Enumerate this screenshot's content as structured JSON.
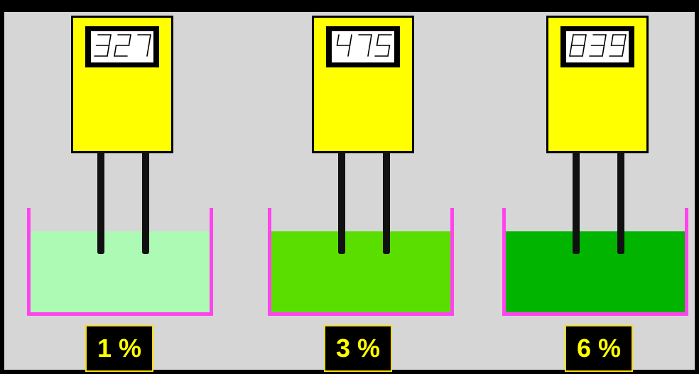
{
  "colors": {
    "background": "#d6d6d6",
    "frame": "#000000",
    "meter_body": "#ffff00",
    "beaker_wall": "#ff44ee",
    "label_text": "#ffff00",
    "label_border": "#ffdd00"
  },
  "beakers": [
    {
      "reading": "327",
      "label": "1 %",
      "liquid_color": "#adfab5"
    },
    {
      "reading": "475",
      "label": "3 %",
      "liquid_color": "#5ade00"
    },
    {
      "reading": "839",
      "label": "6 %",
      "liquid_color": "#00b400"
    }
  ]
}
